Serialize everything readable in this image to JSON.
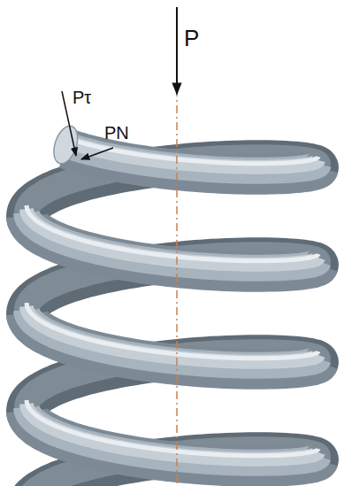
{
  "diagram": {
    "labels": [
      "P",
      "Pτ",
      "PN"
    ]
  }
}
